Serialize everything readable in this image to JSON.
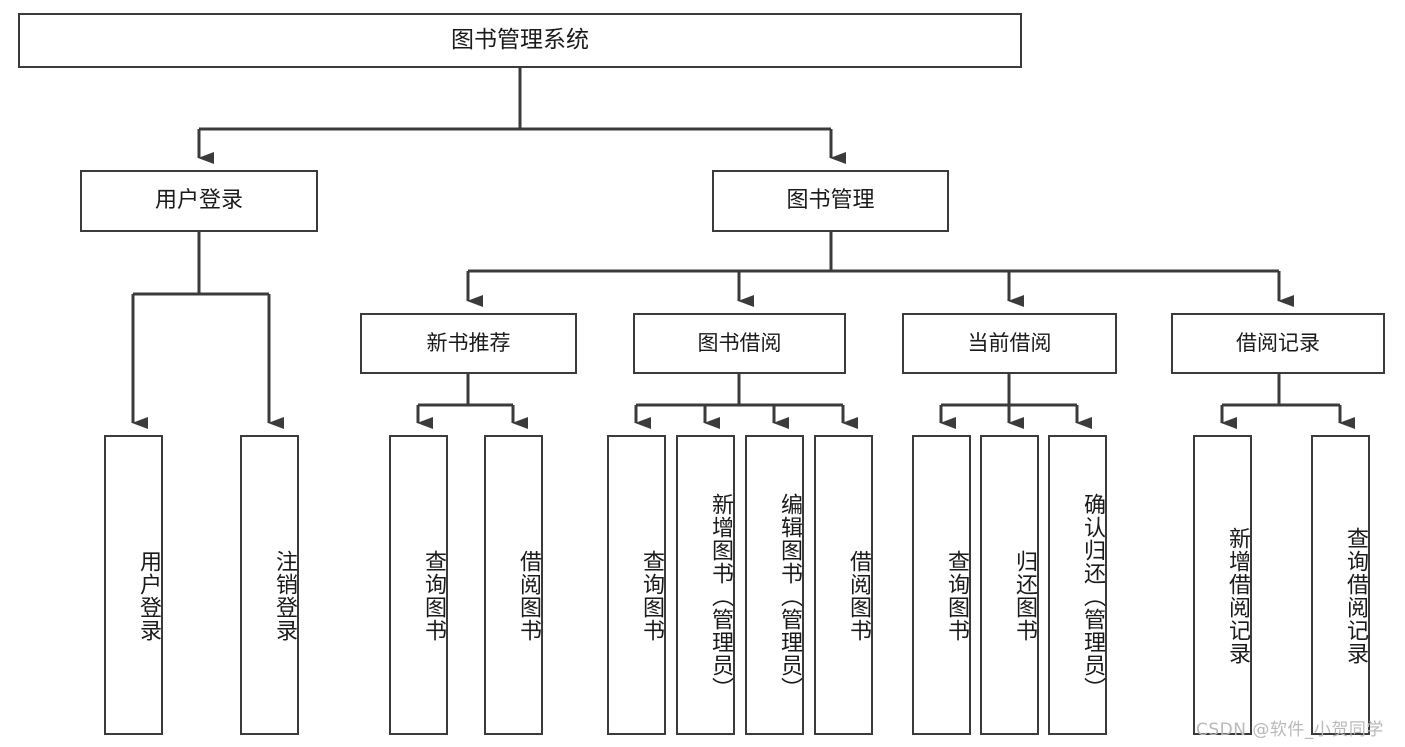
{
  "diagram": {
    "title": "图书管理系统",
    "type": "tree-hierarchy",
    "watermark": "CSDN @软件_小贺同学",
    "colors": {
      "border": "#3b3b3b",
      "background": "#ffffff",
      "text": "#1a1a1a",
      "watermark": "#b9b9b9"
    },
    "root": {
      "label": "图书管理系统"
    },
    "level2": [
      {
        "id": "user-login",
        "label": "用户登录"
      },
      {
        "id": "book-manage",
        "label": "图书管理"
      }
    ],
    "level3": [
      {
        "id": "new-book-recommend",
        "label": "新书推荐"
      },
      {
        "id": "book-borrow",
        "label": "图书借阅"
      },
      {
        "id": "current-borrow",
        "label": "当前借阅"
      },
      {
        "id": "borrow-record",
        "label": "借阅记录"
      }
    ],
    "leaves": {
      "user_login": [
        {
          "id": "leaf-user-login",
          "label": "用户登录"
        },
        {
          "id": "leaf-user-logout",
          "label": "注销登录"
        }
      ],
      "new_book_recommend": [
        {
          "id": "leaf-query-book-1",
          "label": "查询图书"
        },
        {
          "id": "leaf-borrow-book-1",
          "label": "借阅图书"
        }
      ],
      "book_borrow": [
        {
          "id": "leaf-query-book-2",
          "label": "查询图书"
        },
        {
          "id": "leaf-add-book",
          "label": "新增图书（管理员）"
        },
        {
          "id": "leaf-edit-book",
          "label": "编辑图书（管理员）"
        },
        {
          "id": "leaf-borrow-book-2",
          "label": "借阅图书"
        }
      ],
      "current_borrow": [
        {
          "id": "leaf-query-book-3",
          "label": "查询图书"
        },
        {
          "id": "leaf-return-book",
          "label": "归还图书"
        },
        {
          "id": "leaf-confirm-return",
          "label": "确认归还（管理员）"
        }
      ],
      "borrow_record": [
        {
          "id": "leaf-add-record",
          "label": "新增借阅记录"
        },
        {
          "id": "leaf-query-record",
          "label": "查询借阅记录"
        }
      ]
    }
  }
}
